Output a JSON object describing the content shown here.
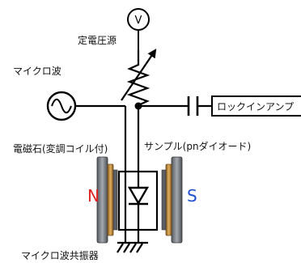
{
  "labels": {
    "voltage_source": "定電圧源",
    "microwave": "マイクロ波",
    "lock_in": "ロックインアンプ",
    "electromagnet": "電磁石(変調コイル付)",
    "sample": "サンプル(pnダイオード)",
    "resonator": "マイクロ波共振器",
    "voltmeter_letter": "V"
  },
  "poles": {
    "north": "N",
    "south": "S"
  },
  "colors": {
    "north_pole": "#e02020",
    "south_pole": "#2050d0",
    "magnet_body": "#7a7f86",
    "coil": "#b8863a",
    "wire": "#000000"
  },
  "icons": {
    "voltmeter": "circle-v-icon",
    "microwave_source": "sine-wave-icon",
    "capacitor": "capacitor-icon",
    "diode": "diode-icon",
    "ground": "ground-icon"
  }
}
